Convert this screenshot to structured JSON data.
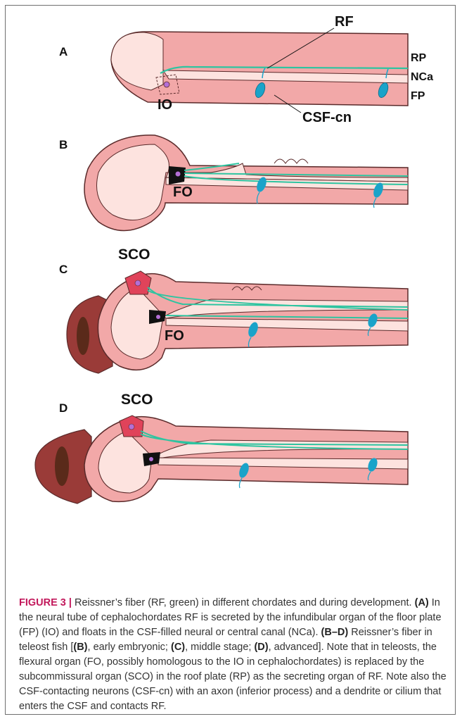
{
  "panels": {
    "a": {
      "letter": "A",
      "labels": {
        "rf": "RF",
        "rp": "RP",
        "nca": "NCa",
        "fp": "FP",
        "io": "IO",
        "csfcn": "CSF-cn"
      }
    },
    "b": {
      "letter": "B",
      "labels": {
        "fo": "FO"
      }
    },
    "c": {
      "letter": "C",
      "labels": {
        "sco": "SCO",
        "fo": "FO"
      }
    },
    "d": {
      "letter": "D",
      "labels": {
        "sco": "SCO"
      }
    }
  },
  "colors": {
    "tissue": "#f2a8a8",
    "lumen": "#fde3df",
    "outline": "#5a2a2a",
    "fiber": "#2ec4a0",
    "neuron": "#1aa3c9",
    "sco": "#e0435a",
    "fo": "#111111",
    "head": "#9a3b38"
  },
  "caption": {
    "figure": "FIGURE 3 |",
    "t1": " Reissner’s fiber (RF, green) in different chordates and during development. ",
    "b1": "(A)",
    "t2": " In the neural tube of cephalochordates RF is secreted by the infundibular organ of the floor plate (FP) (IO) and floats in the CSF-filled neural or central canal (NCa). ",
    "b2": "(B–D)",
    "t3": " Reissner’s fiber in teleost fish [",
    "b3": "(B)",
    "t4": ", early embryonic; ",
    "b4": "(C)",
    "t5": ", middle stage; ",
    "b5": "(D)",
    "t6": ", advanced]. Note that in teleosts, the flexural organ (FO, possibly homologous to the IO in cephalochordates) is replaced by the subcommissural organ (SCO) in the roof plate (RP) as the secreting organ of RF. Note also the CSF-contacting neurons (CSF-cn) with an axon (inferior process) and a dendrite or cilium that enters the CSF and contacts RF."
  }
}
